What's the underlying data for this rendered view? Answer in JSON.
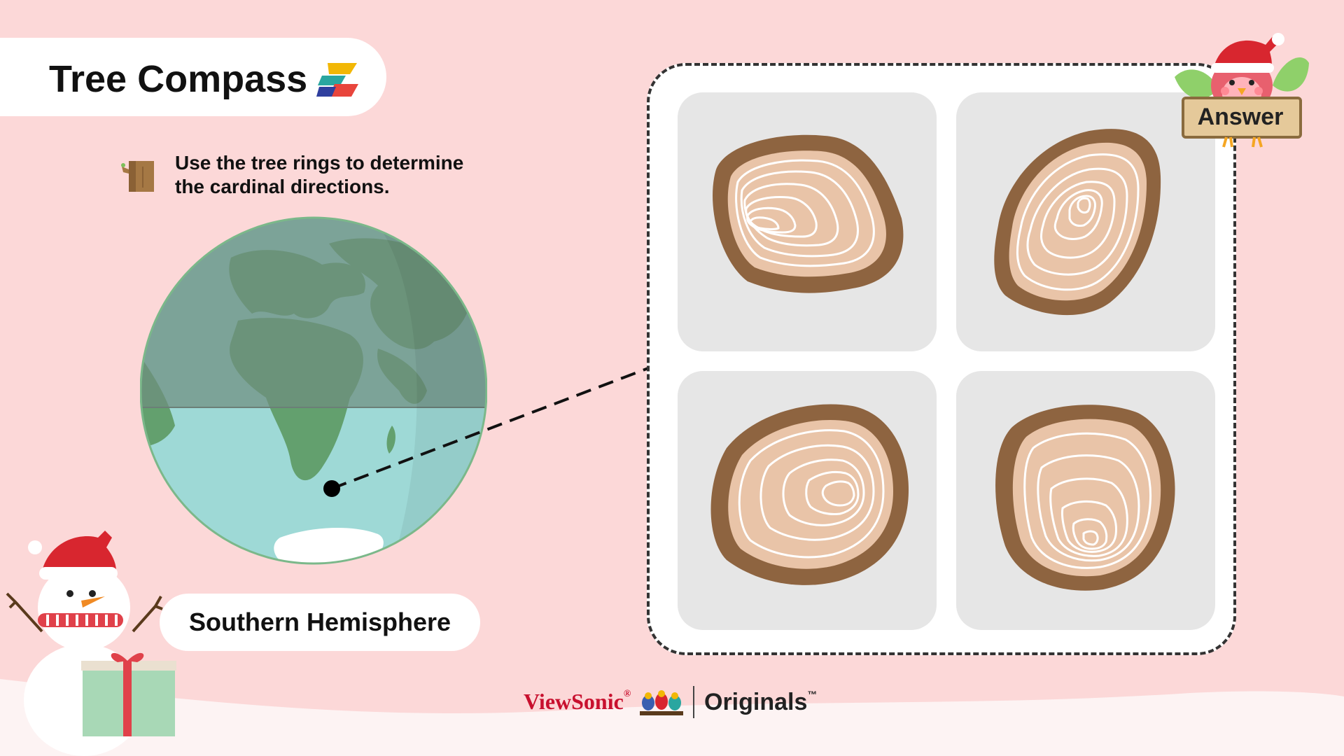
{
  "title": "Tree Compass",
  "instruction": {
    "line1": "Use the tree rings to determine",
    "line2": "the cardinal directions."
  },
  "hemisphere_label": "Southern Hemisphere",
  "answer_button": "Answer",
  "footer": {
    "brand": "ViewSonic",
    "brand_mark": "®",
    "originals": "Originals",
    "tm": "™"
  },
  "icons": {
    "title_logo": "color-swirl-logo-icon",
    "instruction": "tree-stump-icon",
    "globe": "earth-globe-icon",
    "location_marker": "location-dot-icon",
    "answer_mascot": "bird-santa-hat-icon",
    "snowman": "snowman-icon",
    "gift": "gift-box-icon"
  },
  "colors": {
    "background": "#fcd8d8",
    "bark": "#8e6440",
    "wood": "#e9c4a8",
    "ring_line": "#ffffff",
    "northern_overlay": "#6f8e80",
    "southern_ocean": "#9ed9d6",
    "land": "#63a06e"
  }
}
